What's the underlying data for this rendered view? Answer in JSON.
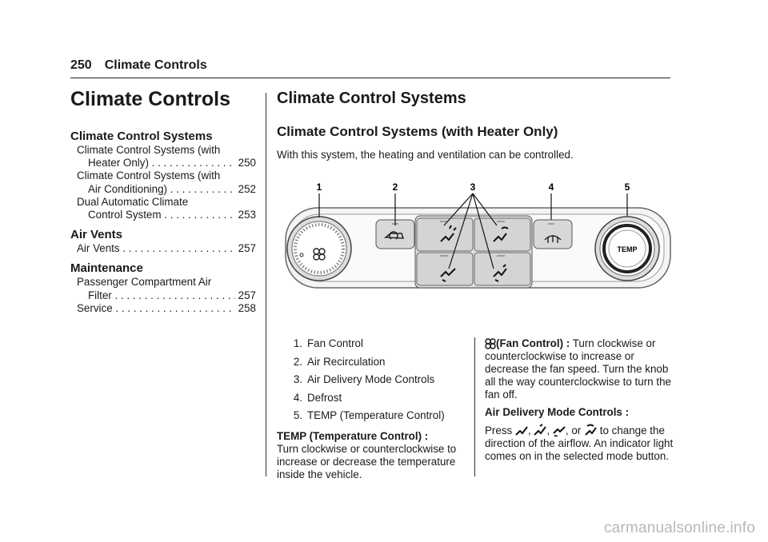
{
  "header": {
    "page_number": "250",
    "section": "Climate Controls"
  },
  "toc": {
    "title": "Climate Controls",
    "sections": [
      {
        "heading": "Climate Control Systems",
        "entries": [
          {
            "line1": "Climate Control Systems (with",
            "line2": "Heater Only)",
            "page": "250"
          },
          {
            "line1": "Climate Control Systems (with",
            "line2": "Air Conditioning)",
            "page": "252"
          },
          {
            "line1": "Dual Automatic Climate",
            "line2": "Control System",
            "page": "253"
          }
        ]
      },
      {
        "heading": "Air Vents",
        "entries": [
          {
            "line1": "Air Vents",
            "page": "257"
          }
        ]
      },
      {
        "heading": "Maintenance",
        "entries": [
          {
            "line1": "Passenger Compartment Air",
            "line2": "Filter",
            "page": "257"
          },
          {
            "line1": "Service",
            "page": "258"
          }
        ]
      }
    ]
  },
  "content": {
    "h1": "Climate Control Systems",
    "h2": "Climate Control Systems (with Heater Only)",
    "intro": "With this system, the heating and ventilation can be controlled."
  },
  "figure": {
    "callouts": [
      "1",
      "2",
      "3",
      "4",
      "5"
    ],
    "knob_label": "TEMP",
    "icons": [
      "fan-icon",
      "recirculation-icon",
      "vent-mode-icon",
      "defrost-icon"
    ]
  },
  "legend": {
    "items": [
      {
        "num": "1.",
        "label": "Fan Control"
      },
      {
        "num": "2.",
        "label": "Air Recirculation"
      },
      {
        "num": "3.",
        "label": "Air Delivery Mode Controls"
      },
      {
        "num": "4.",
        "label": "Defrost"
      },
      {
        "num": "5.",
        "label": "TEMP (Temperature Control)"
      }
    ],
    "temp_heading": "TEMP (Temperature Control) :",
    "temp_text": "Turn clockwise or counterclockwise to increase or decrease the temperature inside the vehicle."
  },
  "descriptions": {
    "fan_heading": "(Fan Control) :",
    "fan_text": "Turn clockwise or counterclockwise to increase or decrease the fan speed. Turn the knob all the way counterclockwise to turn the fan off.",
    "mode_heading": "Air Delivery Mode Controls :",
    "press_word": "Press",
    "sep1": ",",
    "sep2": ",",
    "or_word": ", or",
    "to_change": "to change",
    "mode_text": "the direction of the airflow. An indicator light comes on in the selected mode button."
  },
  "watermark": "carmanualsonline.info"
}
